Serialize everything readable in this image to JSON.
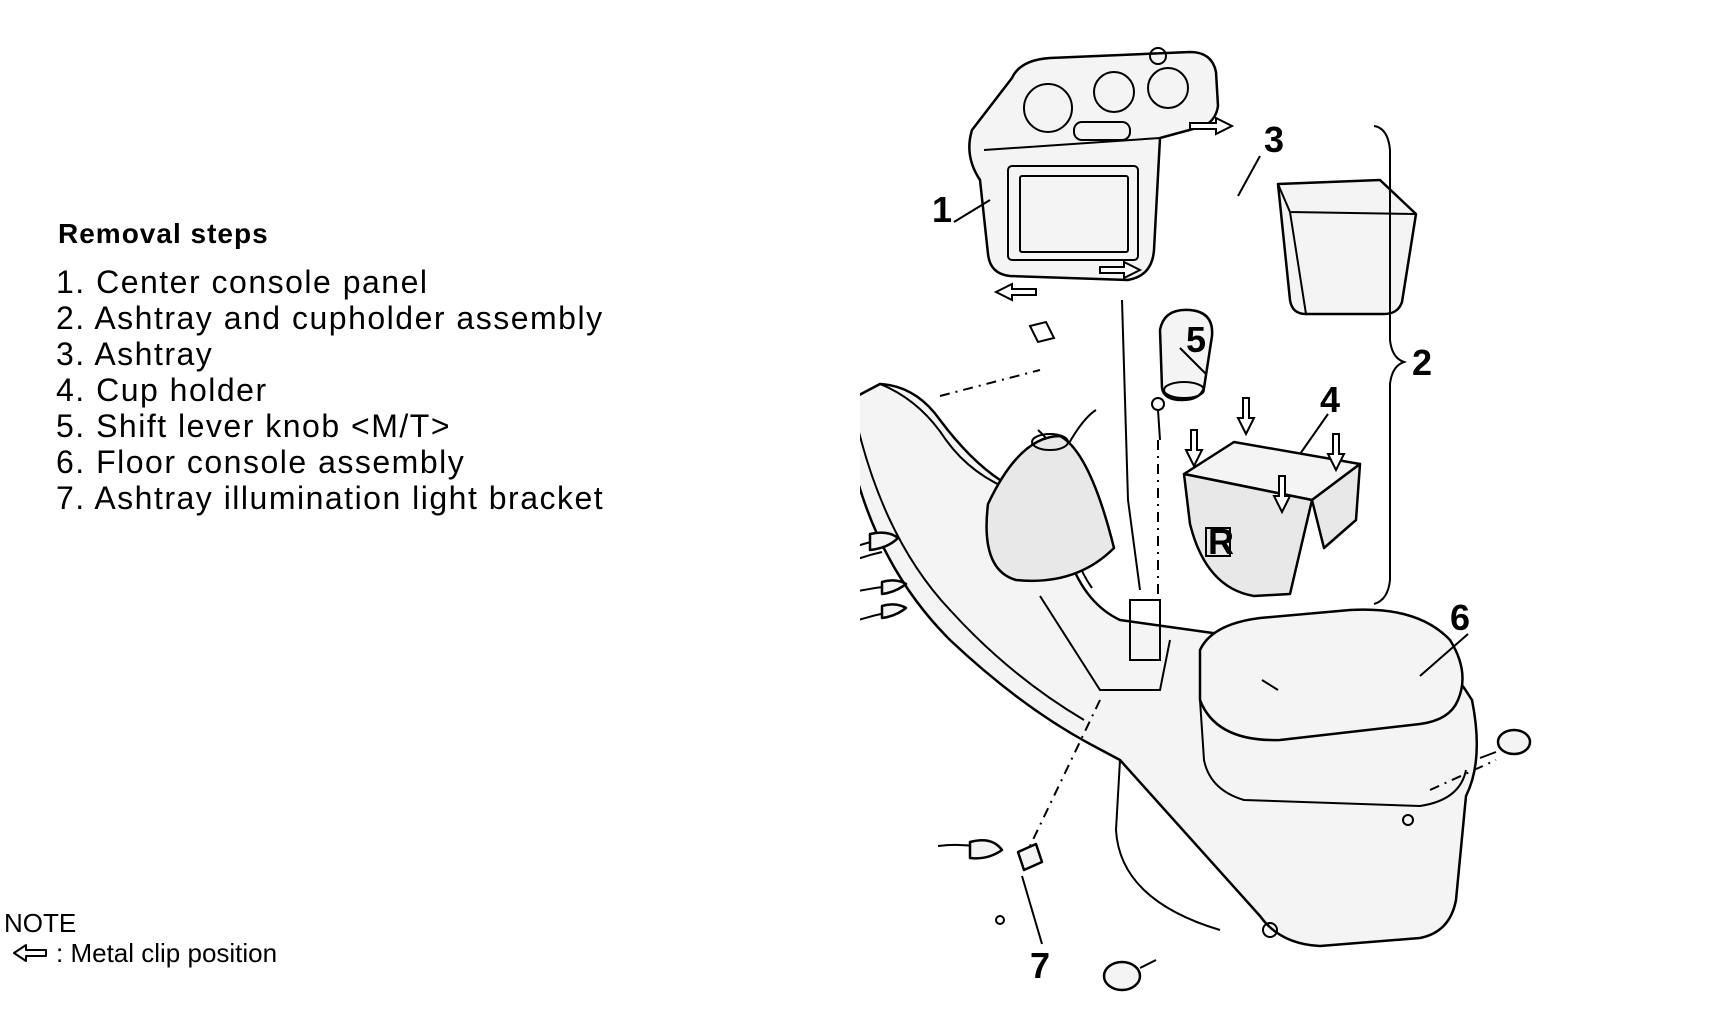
{
  "removal": {
    "title": "Removal steps",
    "steps": [
      "1. Center console panel",
      "2. Ashtray and cupholder assembly",
      "3. Ashtray",
      "4. Cup holder",
      "5. Shift lever knob <M/T>",
      "6. Floor console assembly",
      "7. Ashtray illumination light bracket"
    ]
  },
  "note": {
    "title": "NOTE",
    "text": ": Metal clip position",
    "icon": "hollow-arrow-icon"
  },
  "diagram": {
    "callouts": [
      "1",
      "2",
      "3",
      "4",
      "5",
      "6",
      "7"
    ],
    "cupholder_marking": "R"
  }
}
